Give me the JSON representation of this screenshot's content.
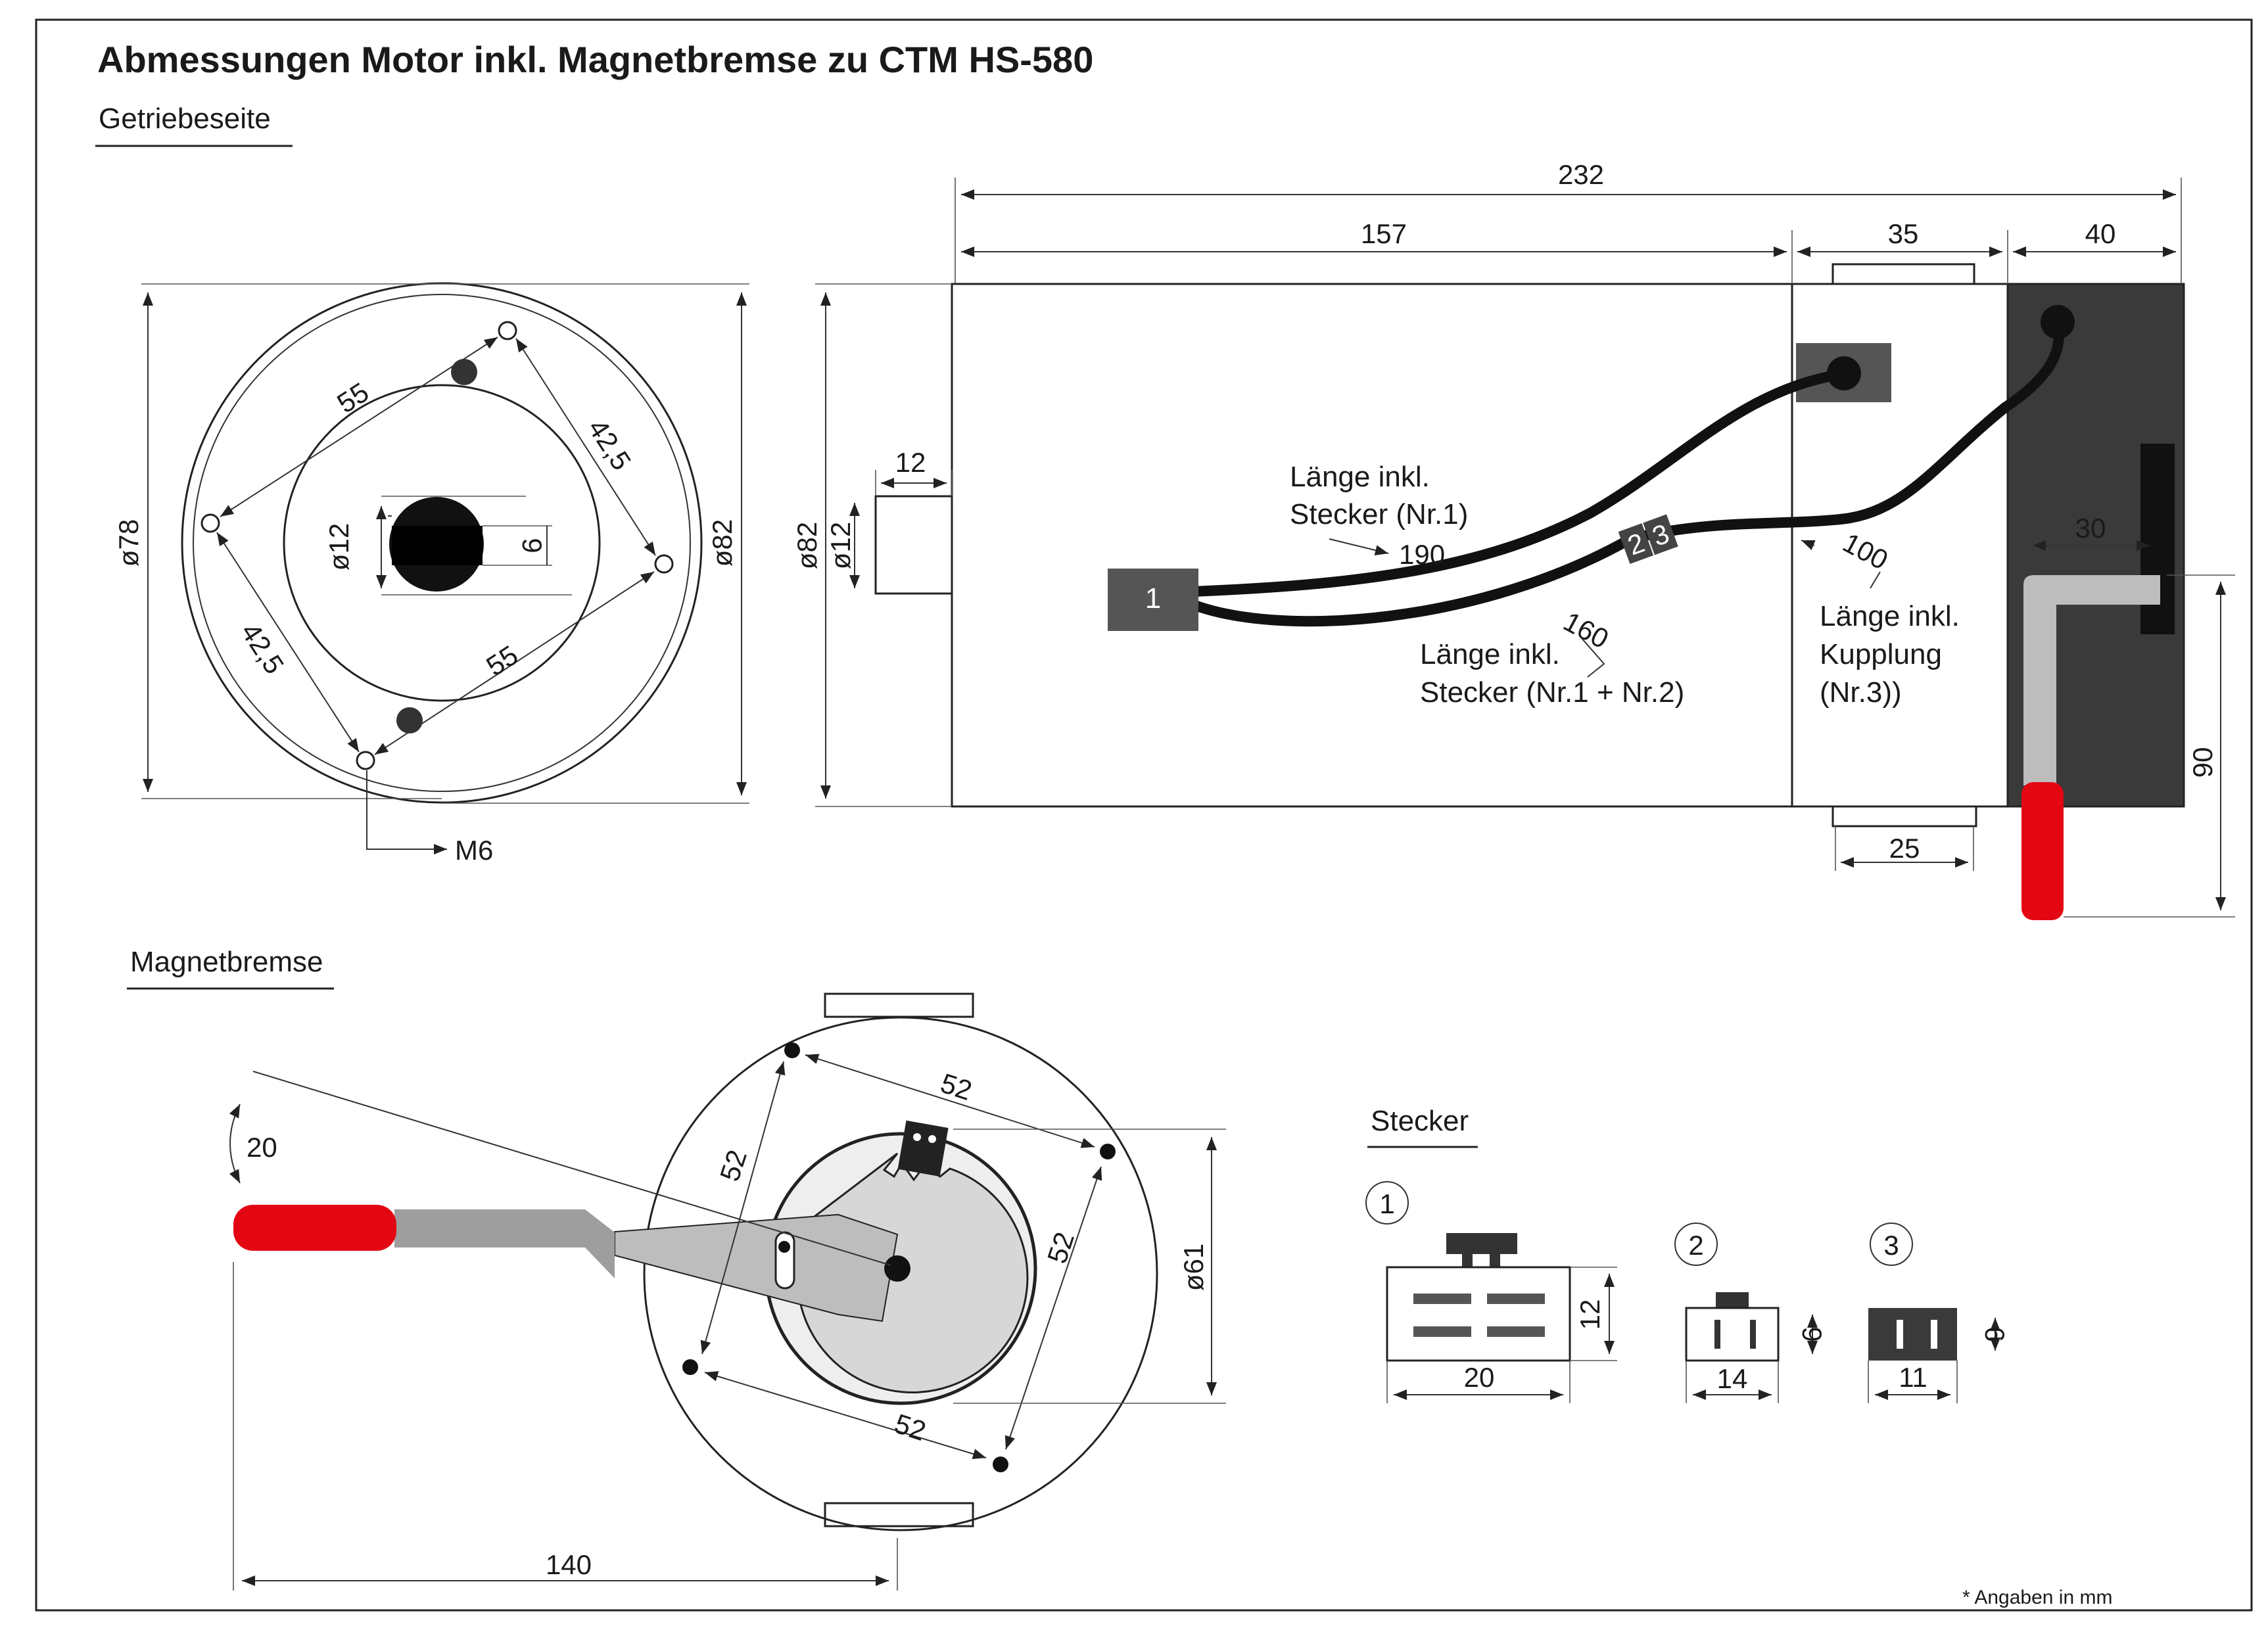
{
  "title": "Abmessungen Motor inkl. Magnetbremse zu CTM HS-580",
  "sections": {
    "gearbox_side": "Getriebeseite",
    "magnetic_brake": "Magnetbremse",
    "connectors": "Stecker"
  },
  "gearbox_view": {
    "dia_outer_left": "ø78",
    "dia_outer_right": "ø82",
    "shaft_dia": "ø12",
    "flat": "9",
    "hole_spacing_a": "55",
    "hole_spacing_b": "42,5",
    "hole_spacing_c": "42,5",
    "hole_spacing_d": "55",
    "thread": "M6"
  },
  "side_view": {
    "total_length": "232",
    "motor_length": "157",
    "coupling_length": "35",
    "brake_length": "40",
    "shaft_length": "12",
    "body_dia": "ø82",
    "shaft_dia": "ø12",
    "tab_bottom": "25",
    "lever_width": "30",
    "lever_height": "90",
    "cable_len_1": "190",
    "cable_len_2": "160",
    "cable_len_3": "100",
    "cable_text_1a": "Länge inkl.",
    "cable_text_1b": "Stecker (Nr.1)",
    "cable_text_2a": "Länge inkl.",
    "cable_text_2b": "Stecker (Nr.1 + Nr.2)",
    "cable_text_3a": "Länge inkl.",
    "cable_text_3b": "Kupplung",
    "cable_text_3c": "(Nr.3))",
    "plug_1": "1",
    "plug_2": "2",
    "plug_3": "3"
  },
  "brake_view": {
    "angle": "20",
    "hole_spacing_top": "52",
    "hole_spacing_left": "52",
    "hole_spacing_right": "52",
    "hole_spacing_bottom": "52",
    "dia": "ø61",
    "lever_length": "140"
  },
  "connectors": [
    {
      "id": "1",
      "width": "20",
      "height": "12"
    },
    {
      "id": "2",
      "width": "14",
      "height": "9"
    },
    {
      "id": "3",
      "width": "11",
      "height": "6"
    }
  ],
  "footnote": "* Angaben in mm",
  "colors": {
    "handle_red": "#e30613",
    "brake_dark": "#3a3a3a",
    "plug_grey": "#555555",
    "lever_grey": "#bdbdbd"
  }
}
